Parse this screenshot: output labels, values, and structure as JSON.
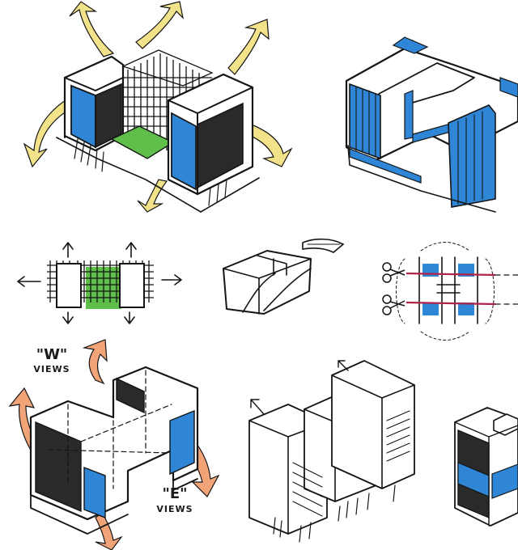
{
  "colors": {
    "ink": "#151515",
    "blue": "#2f86d6",
    "green": "#5fbf4a",
    "yellow": "#f2e28a",
    "orange": "#f0a477",
    "dark": "#2a2a2a",
    "red": "#b0244a"
  },
  "labels": {
    "w_letter": "\"W\"",
    "w_sub": "VIEWS",
    "e_letter": "\"E\"",
    "e_sub": "VIEWS"
  },
  "icons": [
    "scissors-icon",
    "scissors-icon",
    "arrow-icon"
  ]
}
